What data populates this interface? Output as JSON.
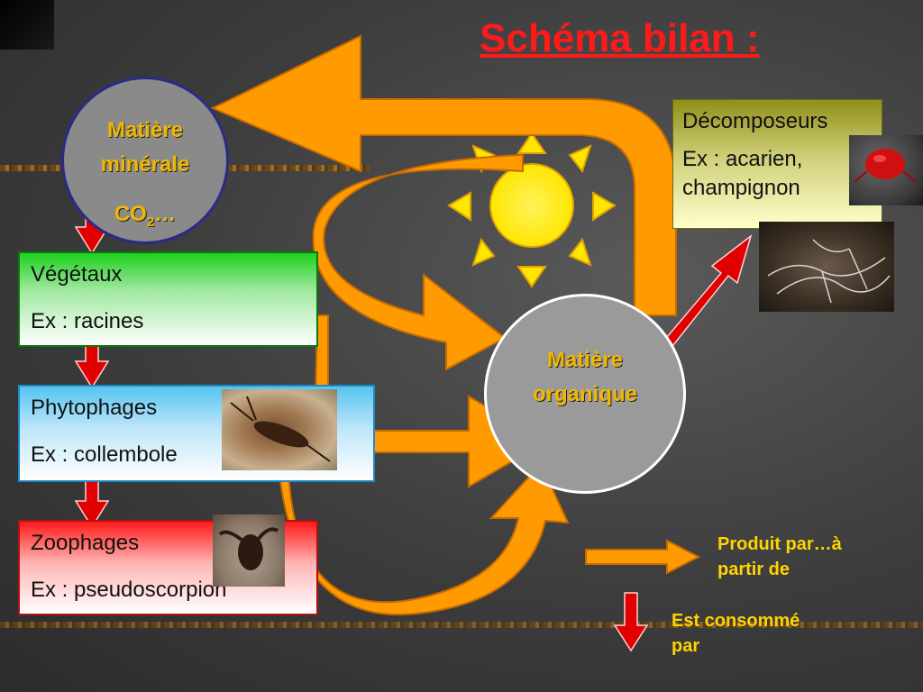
{
  "title": "Schéma bilan :",
  "mineral": {
    "line1": "Matière",
    "line2": "minérale",
    "co2": "CO",
    "co2_sub": "2",
    "co2_tail": "…"
  },
  "organic": {
    "line1": "Matière",
    "line2": "organique"
  },
  "vegetaux": {
    "name": "Végétaux",
    "example": "Ex : racines"
  },
  "phytophages": {
    "name": "Phytophages",
    "example": "Ex : collembole"
  },
  "zoophages": {
    "name": "Zoophages",
    "example": "Ex : pseudoscorpion"
  },
  "decomposeurs": {
    "name": "Décomposeurs",
    "example_line1": "Ex : acarien,",
    "example_line2": "champignon"
  },
  "legend": {
    "produced": {
      "line1": "Produit par…à",
      "line2": "partir de"
    },
    "consumed": {
      "line1": "Est consommé",
      "line2": "par"
    }
  },
  "colors": {
    "title": "#ff1a1a",
    "flow_arrow": "#ff9a00",
    "consume_arrow": "#e00000",
    "circle_text": "#f0b800",
    "legend_text": "#ffd400"
  }
}
